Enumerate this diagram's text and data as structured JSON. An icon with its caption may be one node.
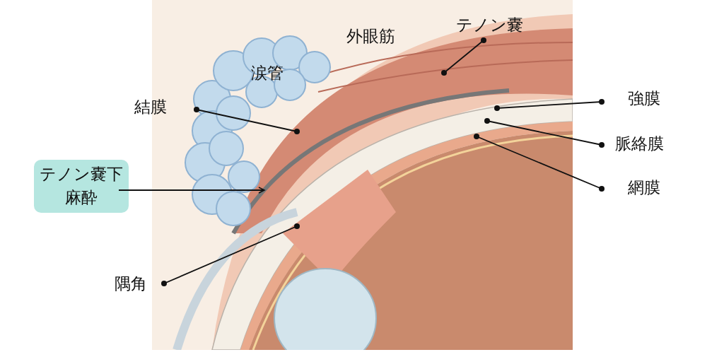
{
  "diagram": {
    "nodes": [
      {
        "text": [
          "テノン嚢"
        ]
      },
      {
        "text": [
          "結膜"
        ]
      },
      {
        "text": [
          "強膜"
        ]
      },
      {
        "text": [
          "脈絡膜"
        ]
      },
      {
        "text": [
          "テノン嚢下麻酔"
        ]
      },
      {
        "text": [
          "網膜"
        ]
      },
      {
        "text": [
          "隅角"
        ]
      }
    ],
    "edges": [
      {
        "from": 0,
        "to": null,
        "arrow": "other"
      },
      {
        "from": 1,
        "to": null,
        "arrow": "other"
      },
      {
        "from": 2,
        "to": null,
        "arrow": "other"
      },
      {
        "from": 3,
        "to": null,
        "arrow": "other"
      },
      {
        "from": 4,
        "to": null,
        "arrow": "to"
      },
      {
        "from": 5,
        "to": null,
        "arrow": "other"
      },
      {
        "from": 6,
        "to": null,
        "arrow": "other"
      }
    ],
    "labels": [
      "外眼筋",
      "涙管"
    ]
  }
}
